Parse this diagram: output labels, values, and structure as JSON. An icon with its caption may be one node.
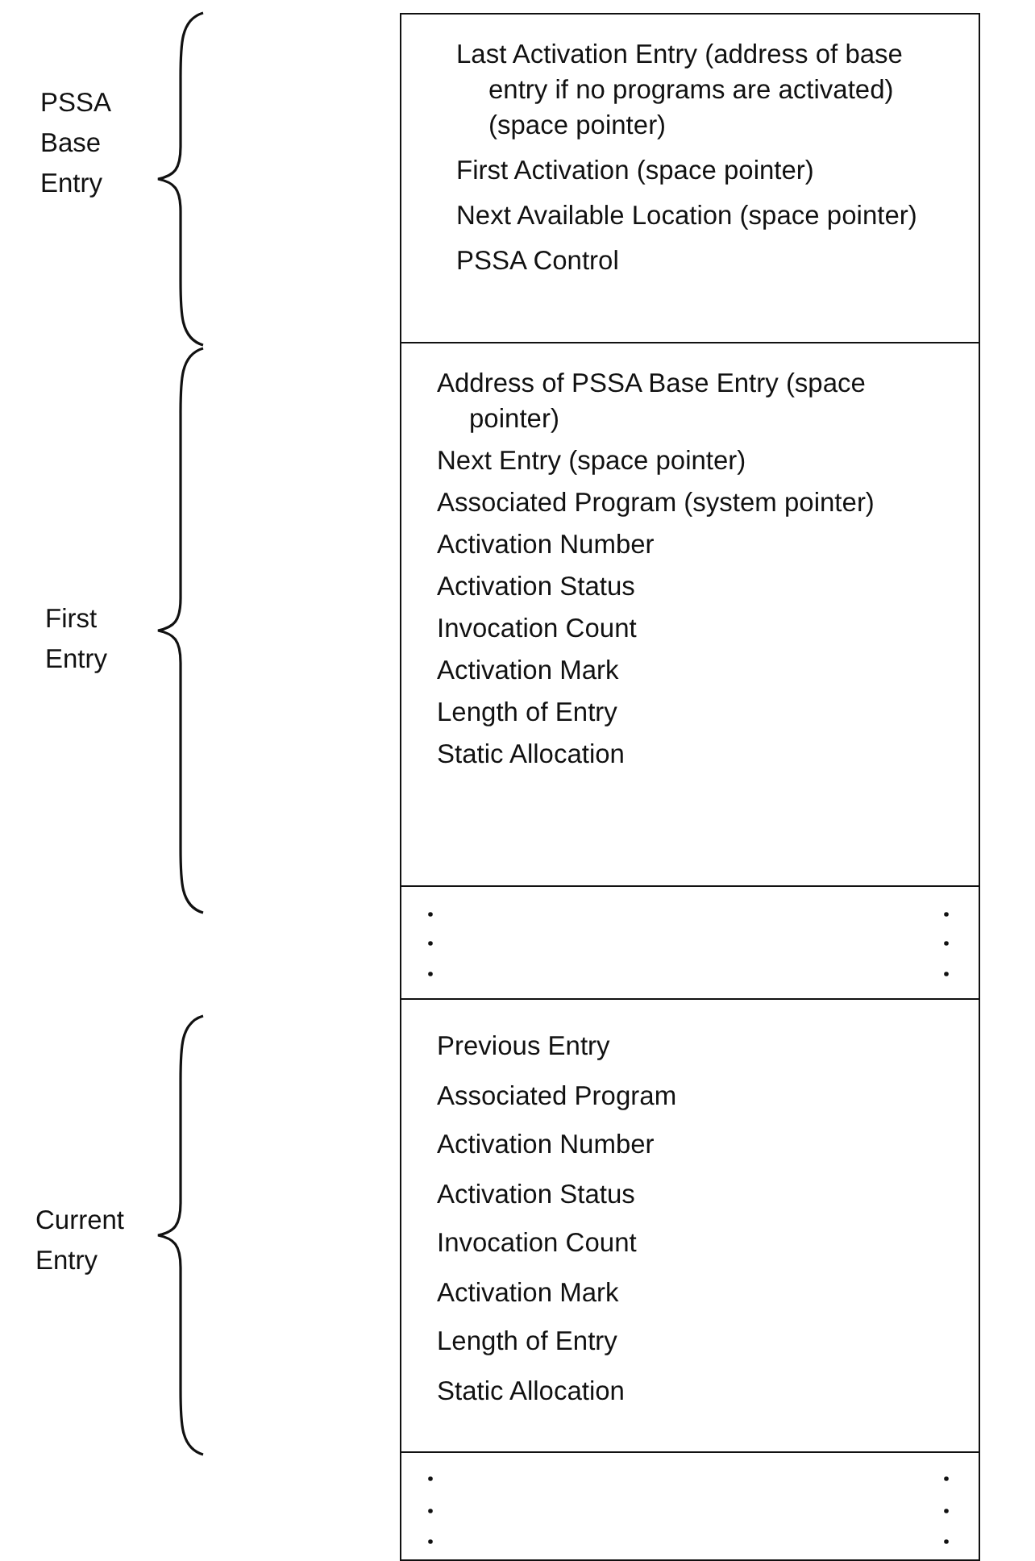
{
  "diagram": {
    "nodes": [
      {
        "text": [
          "Last Activation Entry (address of base entry if no programs are activated) (space pointer)",
          "First Activation (space pointer)",
          "Next Available Location (space pointer)",
          "PSSA Control"
        ]
      },
      {
        "text": [
          "Address of PSSA Base Entry (space pointer)",
          "Next Entry (space pointer)",
          "Associated Program (system pointer)",
          "Activation Number",
          "Activation Status",
          "Invocation Count",
          "Activation Mark",
          "Length of Entry",
          "Static Allocation"
        ]
      },
      {
        "text": [],
        "shape": "box"
      },
      {
        "text": [
          "Previous Entry",
          "Associated Program",
          "Activation Number",
          "Activation Status",
          "Invocation Count",
          "Activation Mark",
          "Length of Entry",
          "Static Allocation"
        ]
      },
      {
        "text": [],
        "shape": "box"
      }
    ],
    "labels": [
      "PSSA Base Entry",
      "First Entry",
      "Current Entry"
    ]
  }
}
